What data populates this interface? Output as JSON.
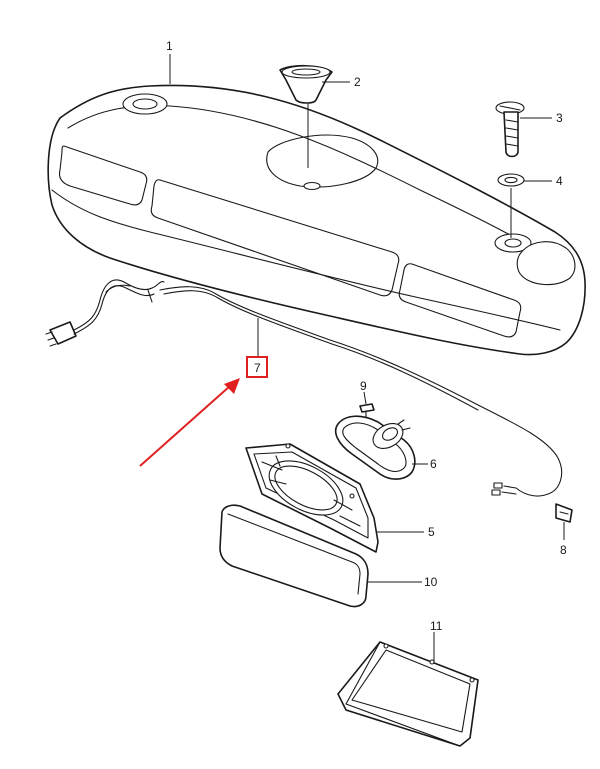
{
  "diagram": {
    "callouts": [
      {
        "id": "1",
        "label": "1"
      },
      {
        "id": "2",
        "label": "2"
      },
      {
        "id": "3",
        "label": "3"
      },
      {
        "id": "4",
        "label": "4"
      },
      {
        "id": "5",
        "label": "5"
      },
      {
        "id": "6",
        "label": "6"
      },
      {
        "id": "7",
        "label": "7"
      },
      {
        "id": "8",
        "label": "8"
      },
      {
        "id": "9",
        "label": "9"
      },
      {
        "id": "10",
        "label": "10"
      },
      {
        "id": "11",
        "label": "11"
      }
    ],
    "highlighted_callout": "7",
    "colors": {
      "line": "#1a1a1a",
      "highlight": "#e02020",
      "background": "#ffffff"
    }
  }
}
